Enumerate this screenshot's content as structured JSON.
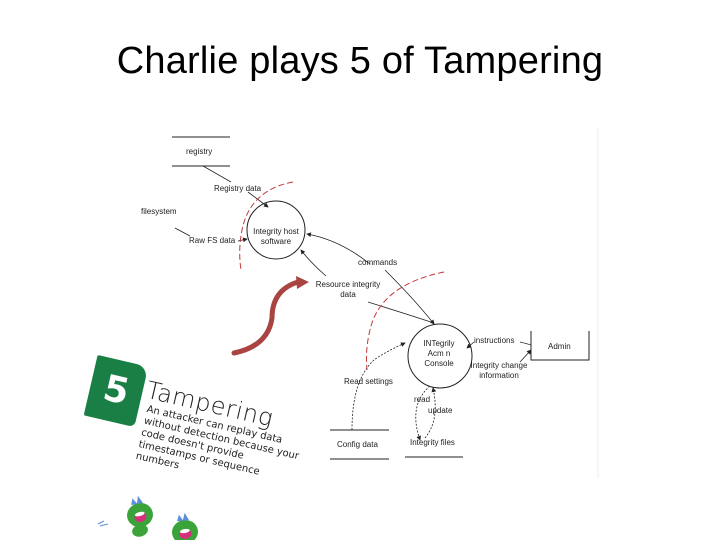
{
  "slide": {
    "title": "Charlie plays 5 of Tampering"
  },
  "diagram": {
    "stores": {
      "registry": "registry",
      "filesystem": "filesystem",
      "config_data": "Config data",
      "integrity_files": "Integrity files"
    },
    "processes": {
      "host_software": [
        "Integrity host",
        "software"
      ],
      "admin_console": [
        "INTegrily",
        "Acm n",
        "Console"
      ]
    },
    "external_entities": {
      "admin": "Admin"
    },
    "flows": {
      "registry_data": "Registry data",
      "raw_fs_data": "Raw FS data",
      "commands": "commands",
      "resource_integrity_data": [
        "Resource integrity",
        "data"
      ],
      "instructions": "instructions",
      "integrity_change_info": [
        "Integrity change",
        "information"
      ],
      "read_settings": "Read settings",
      "read": "read",
      "update": "update"
    },
    "colors": {
      "trust_boundary": "#c0393b",
      "pointer_arrow": "#a94442",
      "lines": "#222222"
    }
  },
  "card": {
    "number": "5",
    "title": "Tampering",
    "description": "An attacker can replay data without detection because your code doesn't provide timestamps or sequence numbers",
    "badge_color": "#1a7f45"
  }
}
